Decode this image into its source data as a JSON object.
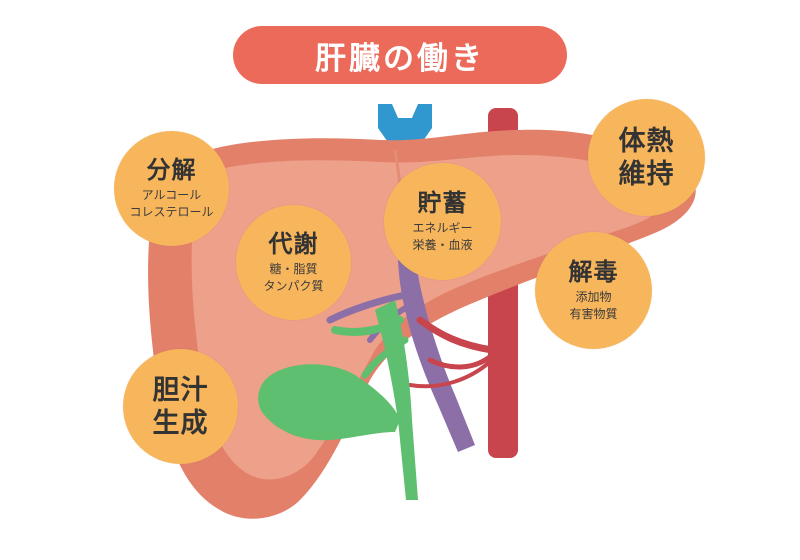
{
  "title": "肝臓の働き",
  "colors": {
    "title_bg": "#ec6a5a",
    "bubble": "#f7b55c",
    "liver_outer": "#e3806a",
    "liver_inner": "#eda08a",
    "gallbladder": "#5dbf6f",
    "portal_vein": "#8c6fa6",
    "artery": "#c8454d",
    "vena_cava_top": "#3197cf"
  },
  "bubbles": {
    "decompose": {
      "title": "分解",
      "lines": [
        "アルコール",
        "コレステロール"
      ]
    },
    "metabolism": {
      "title": "代謝",
      "lines": [
        "糖・脂質",
        "タンパク質"
      ]
    },
    "storage": {
      "title": "貯蓄",
      "lines": [
        "エネルギー",
        "栄養・血液"
      ]
    },
    "body_temp": {
      "title_lines": [
        "体熱",
        "維持"
      ]
    },
    "detox": {
      "title": "解毒",
      "lines": [
        "添加物",
        "有害物質"
      ]
    },
    "bile": {
      "title_lines": [
        "胆汁",
        "生成"
      ]
    }
  }
}
